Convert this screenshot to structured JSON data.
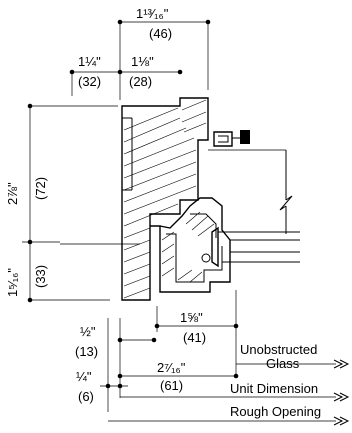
{
  "dimensions": {
    "top_overall": {
      "fraction": "1¹³⁄₁₆\"",
      "metric": "(46)"
    },
    "top_left": {
      "fraction": "1¼\"",
      "metric": "(32)"
    },
    "top_right": {
      "fraction": "1⅛\"",
      "metric": "(28)"
    },
    "left_upper": {
      "fraction": "2⅞\"",
      "metric": "(72)"
    },
    "left_lower": {
      "fraction": "1⁵⁄₁₆\"",
      "metric": "(33)"
    },
    "bottom_mid": {
      "fraction": "1⅝\"",
      "metric": "(41)"
    },
    "bottom_half": {
      "fraction": "½\"",
      "metric": "(13)"
    },
    "bottom_wide": {
      "fraction": "2⁷⁄₁₆\"",
      "metric": "(61)"
    },
    "bottom_quarter": {
      "fraction": "¼\"",
      "metric": "(6)"
    }
  },
  "labels": {
    "unobstructed_line1": "Unobstructed",
    "unobstructed_line2": "Glass",
    "unit_dimension": "Unit Dimension",
    "rough_opening": "Rough Opening"
  }
}
